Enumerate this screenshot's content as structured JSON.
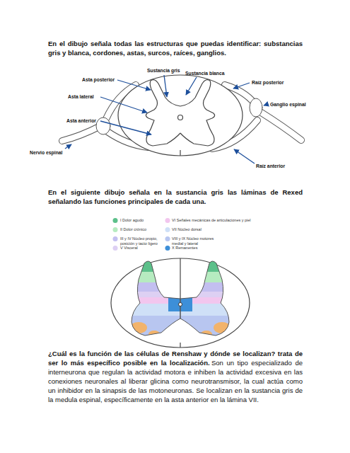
{
  "diagram": {
    "labels": [
      "En el dibujo señala todas las estructuras que puedas identificar: substancias gris y blanca, cordones, astas, surcos, raíces, ganglios.",
      "Sustancia gris",
      "Sustancia blanca",
      "Asta posterior",
      "Raíz posterior",
      "Asta lateral",
      "Ganglio espinal",
      "Asta anterior",
      "Nervio espinal",
      "Raíz anterior",
      "En el siguiente dibujo señala en la sustancia gris las láminas de Rexed señalando las funciones principales de cada una.",
      "¿Cuál es la función de las células de Renshaw y dónde se localizan? trata de ser lo más específico posible en la localización.",
      "Son un tipo especializado de interneurona que regulan la actividad motora e inhiben la actividad excesiva en las conexiones neuronales al liberar glicina como neurotransmisor, la cual actúa como un inhibidor en la sinapsis de las motoneuronas. Se localizan en la sustancia gris de la medula espinal, específicamente en la asta anterior en la lámina VII."
    ],
    "legend": [
      {
        "text": "I Dolor agudo",
        "color": "#5cc08a"
      },
      {
        "text": "II Dolor crónico",
        "color": "#b6ebc0"
      },
      {
        "text": "III y IV Núcleo propio, posición y tacto ligero",
        "color": "#c3bff0"
      },
      {
        "text": "V Visceral",
        "color": "#ddd0f3"
      },
      {
        "text": "VI Señales mecánicas de articulaciones y piel",
        "color": "#f2c6ee"
      },
      {
        "text": "VII Núcleo dorsal",
        "color": "#cfe0f7"
      },
      {
        "text": "VIII y IX Núcleo motores medial y lateral",
        "color": "#b8c6f0"
      },
      {
        "text": "X Remanentes",
        "color": "#3d8fd8"
      }
    ]
  }
}
